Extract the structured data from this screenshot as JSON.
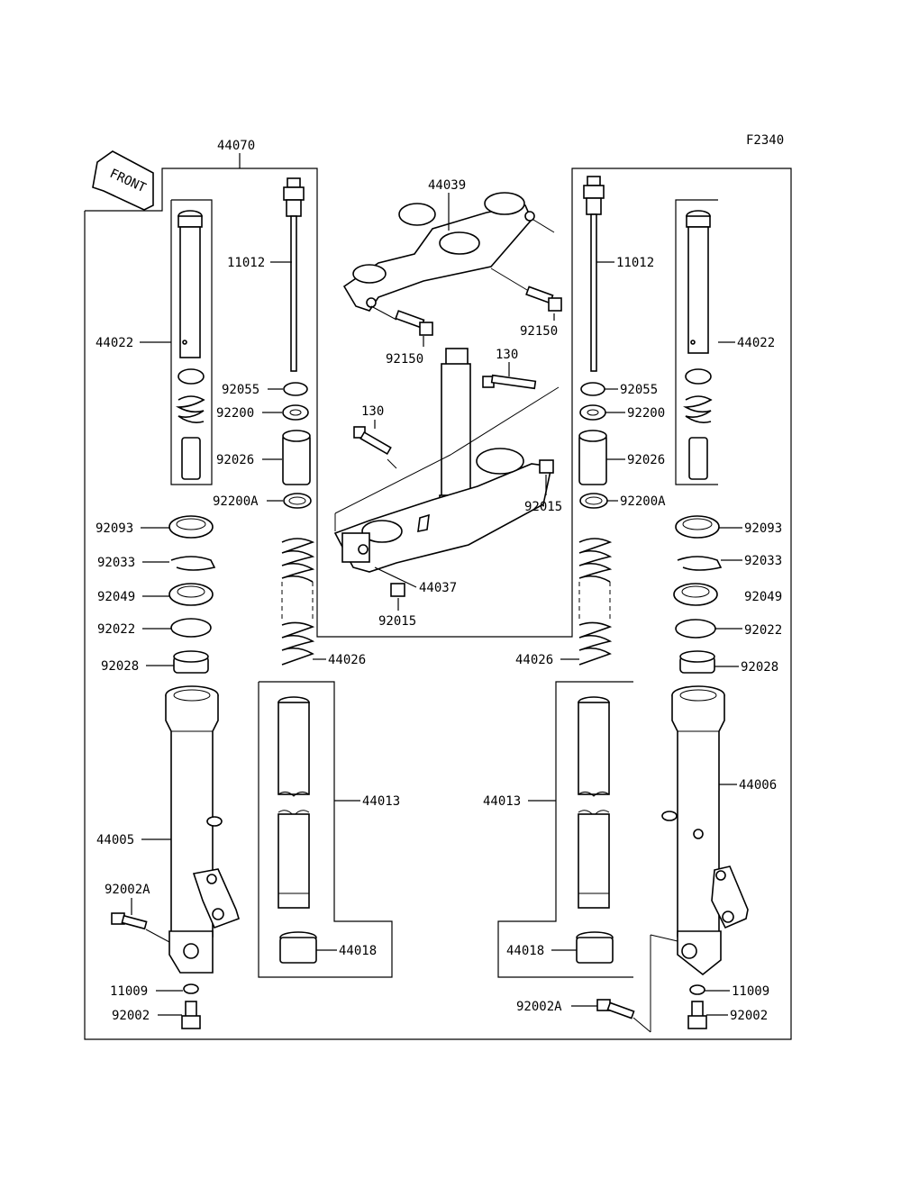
{
  "figure_code": "F2340",
  "front_arrow": "FRONT",
  "labels": {
    "l44070": "44070",
    "l44039": "44039",
    "l11012_left": "11012",
    "l11012_right": "11012",
    "l44022_left": "44022",
    "l44022_right": "44022",
    "l92150_a": "92150",
    "l92150_b": "92150",
    "l92055_left": "92055",
    "l92055_right": "92055",
    "l130_a": "130",
    "l130_b": "130",
    "l92200_left": "92200",
    "l92200_right": "92200",
    "l92026_left": "92026",
    "l92026_right": "92026",
    "l92015_a": "92015",
    "l92015_b": "92015",
    "l92200A_left": "92200A",
    "l92200A_right": "92200A",
    "l92093_left": "92093",
    "l92093_right": "92093",
    "l92033_left": "92033",
    "l92033_right": "92033",
    "l44037": "44037",
    "l92049_left": "92049",
    "l92049_right": "92049",
    "l92022_left": "92022",
    "l92022_right": "92022",
    "l44026_left": "44026",
    "l44026_right": "44026",
    "l92028_left": "92028",
    "l92028_right": "92028",
    "l44006": "44006",
    "l44013_left": "44013",
    "l44013_right": "44013",
    "l44005": "44005",
    "l92002A_left": "92002A",
    "l92002A_right": "92002A",
    "l44018_left": "44018",
    "l44018_right": "44018",
    "l11009_left": "11009",
    "l11009_right": "11009",
    "l92002_left": "92002",
    "l92002_right": "92002"
  }
}
